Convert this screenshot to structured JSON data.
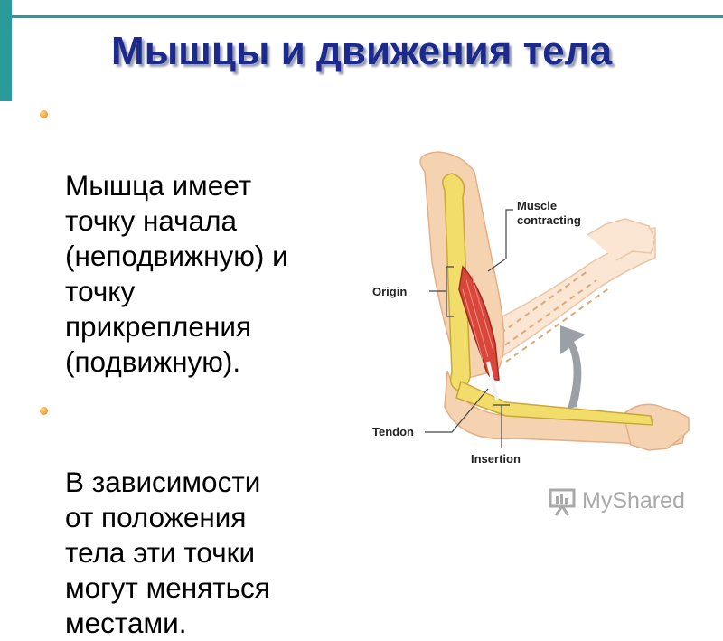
{
  "slide": {
    "title": "Мышцы и движения тела",
    "bullets": [
      "Мышца имеет\nточку начала\n(неподвижную) и\nточку\nприкрепления\n(подвижную).",
      "В зависимости\nот положения\nтела эти точки\nмогут меняться\nместами."
    ]
  },
  "diagram": {
    "labels": {
      "muscle_contracting": [
        "Muscle",
        "contracting"
      ],
      "origin": "Origin",
      "tendon": "Tendon",
      "insertion": "Insertion"
    }
  },
  "watermark": {
    "text": "MyShared"
  },
  "colors": {
    "title": "#1b2a8c",
    "accent": "#2a9a9a",
    "bullet": "#e8820e",
    "skin": "#f5d2b0",
    "bone": "#f2dc6a",
    "muscle": "#d9473a"
  }
}
